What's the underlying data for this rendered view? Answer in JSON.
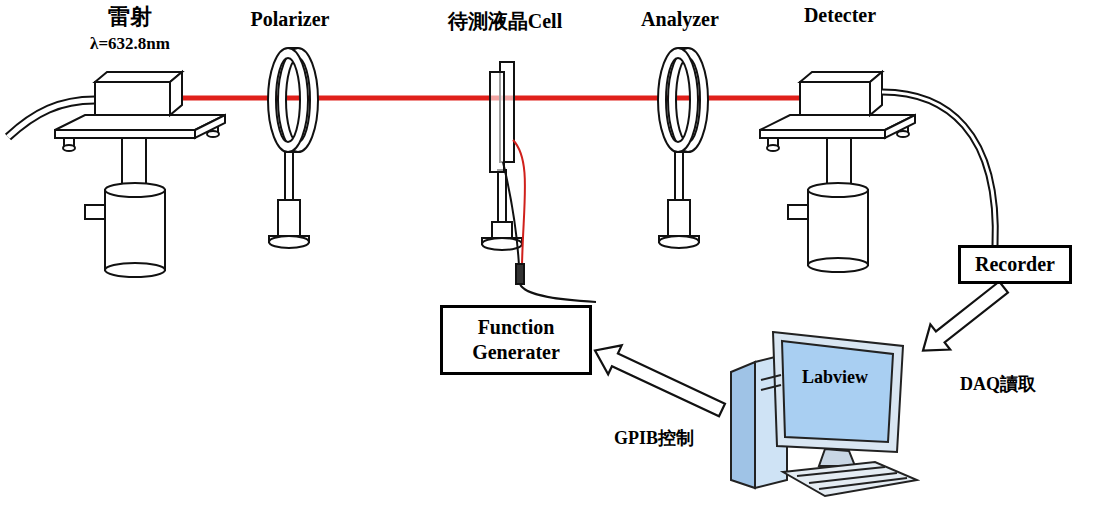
{
  "diagram": {
    "nodes": [
      {
        "text": [
          "Recorder"
        ]
      },
      {
        "text": [
          "Function Generater"
        ]
      },
      {
        "text": [
          "Labview"
        ]
      }
    ],
    "edges": [
      {
        "from": 0,
        "to": 2,
        "arrow": "to",
        "label": "DAQ讀取"
      },
      {
        "from": 2,
        "to": 1,
        "arrow": "to",
        "label": "GPIB控制"
      }
    ],
    "labels": [
      "雷射",
      "λ=632.8nm",
      "Polarizer",
      "待測液晶Cell",
      "Analyzer",
      "Detecter"
    ]
  }
}
